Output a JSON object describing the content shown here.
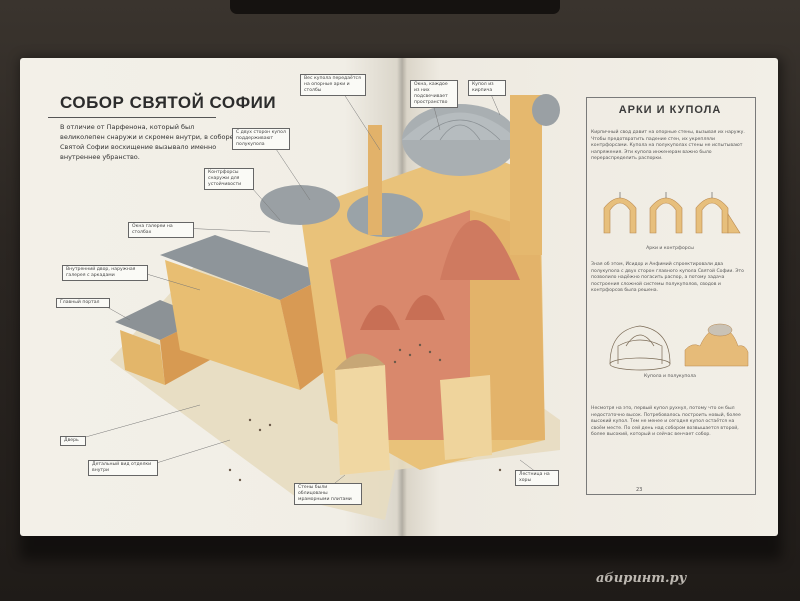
{
  "left_page": {
    "title": "СОБОР СВЯТОЙ СОФИИ",
    "intro": "В отличие от Парфенона, который был великолепен снаружи и скромен внутри, в соборе Святой Софии восхищение вызывало именно внутреннее убранство.",
    "callouts": {
      "top_a": "Вес купола передаётся на опорные арки и столбы",
      "top_b": "Окна, каждое из них подсвечивает пространство",
      "top_c": "Купол из кирпича",
      "mid_a": "С двух сторон купол поддерживают полукупола",
      "mid_b": "Контрфорсы снаружи для устойчивости",
      "gallery": "Окна галереи на столбах",
      "left_a": "Внутренний двор, наружная галерея с аркадами",
      "courtyard": "Главный портал",
      "door": "Дверь",
      "bottom_a": "Детальный вид отделки внутри",
      "bottom_b": "Стены были облицованы мраморными плитами",
      "right_bottom": "Лестница на хоры"
    }
  },
  "right_page": {
    "sidebar_title": "АРКИ И КУПОЛА",
    "text1": "Кирпичный свод давит на опорные стены, вызывая их наружу. Чтобы предотвратить падение стен, их укрепляли контрфорсами. Купола на полукуполах стены не испытывают напряжения. Эти купола инженерам важно было перераспределить распорки.",
    "caption1": "Арки и контрфорсы",
    "text2": "Зная об этом, Исидор и Анфимий спроектировали два полукупола с двух сторон главного купола Святой Софии. Это позволило надёжно погасить распор, а потому задача построения сложной системы полукуполов, сводов и контрфорсов была решена.",
    "caption2": "Купола и полукупола",
    "text3": "Несмотря на это, первый купол рухнул, потому что он был недостаточно высок. Потребовалось построить новый, более высокий купол. Тем не менее и сегодня купол остаётся на своём месте. По сей день над собором возвышается второй, более высокий, который и сейчас венчает собор.",
    "page_number": "23"
  },
  "watermark": "абиринт.ру",
  "colors": {
    "roof": "#9aa0a4",
    "wall": "#e6be76",
    "interior": "#d8826a",
    "background_page": "#f2efe7"
  }
}
